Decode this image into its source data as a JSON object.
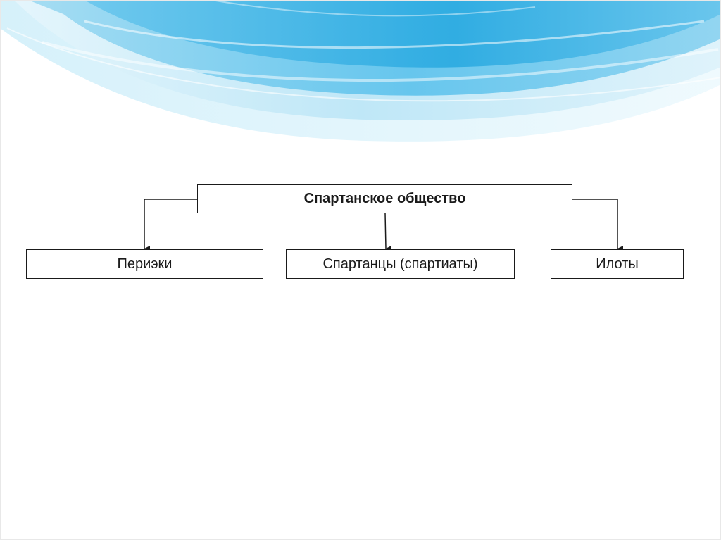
{
  "diagram": {
    "root": {
      "label": "Спартанское общество"
    },
    "children": [
      {
        "label": "Периэки"
      },
      {
        "label": "Спартанцы (спартиаты)"
      },
      {
        "label": "Илоты"
      }
    ]
  },
  "colors": {
    "wave_light": "#d9f1fb",
    "wave_mid": "#8fd3f0",
    "wave_deep": "#3fb4e6",
    "line": "#1a1a1a"
  }
}
